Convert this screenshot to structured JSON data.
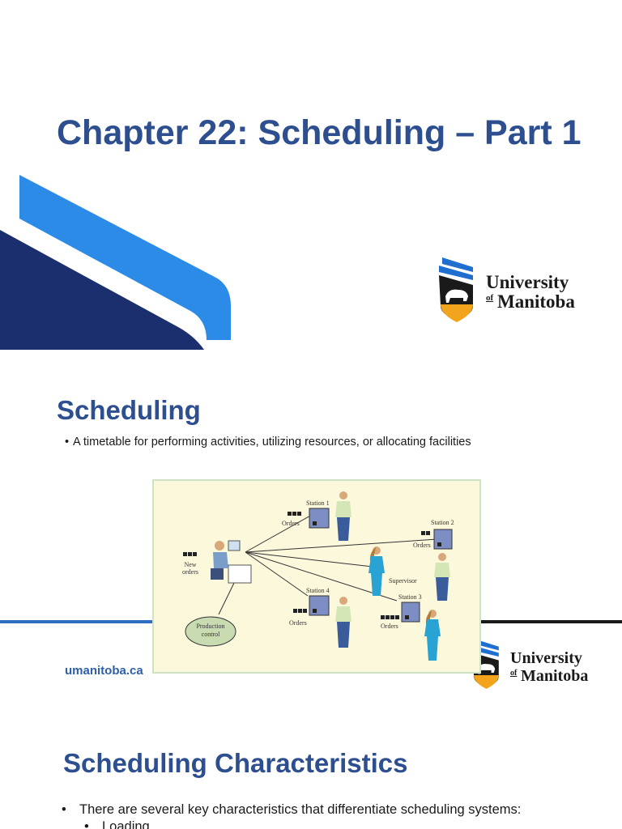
{
  "slide1": {
    "title": "Chapter 22: Scheduling – Part 1",
    "logo": {
      "line1": "University",
      "of": "of",
      "line2": "Manitoba"
    }
  },
  "slide2": {
    "title": "Scheduling",
    "bullet": "A timetable for performing activities, utilizing resources, or allocating facilities",
    "footer_link": "umanitoba.ca",
    "logo": {
      "line1": "University",
      "of": "of",
      "line2": "Manitoba"
    },
    "figure": {
      "labels": {
        "new_orders_1": "New",
        "new_orders_2": "orders",
        "production_1": "Production",
        "production_2": "control",
        "station1": "Station 1",
        "station2": "Station 2",
        "station3": "Station 3",
        "station4": "Station 4",
        "orders": "Orders",
        "supervisor": "Supervisor"
      }
    }
  },
  "slide3": {
    "title": "Scheduling Characteristics",
    "bullet": "There are several key characteristics that differentiate scheduling systems:",
    "sub_bullet": "Loading"
  },
  "colors": {
    "title_blue": "#2e4f8f",
    "stripe_light": "#2b8be6",
    "stripe_dark": "#1b2f6e",
    "logo_gold": "#f2a51c",
    "figure_bg": "#fbf8dc",
    "rule_blue": "#2b6fc0",
    "rule_dark": "#1a1a1a"
  }
}
